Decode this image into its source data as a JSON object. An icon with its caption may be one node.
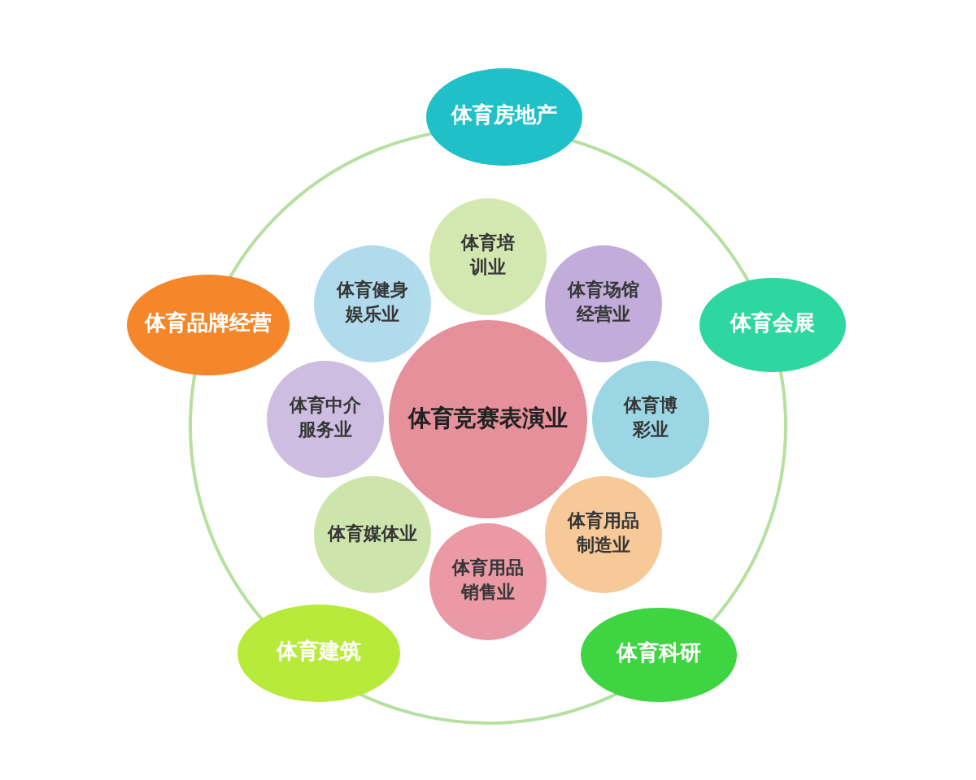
{
  "diagram": {
    "nodes": [
      {
        "text": [
          "体育房地产"
        ]
      },
      {
        "text": [
          "体育培训业"
        ]
      },
      {
        "text": [
          "体育健身娱乐业"
        ]
      },
      {
        "text": [
          "体育场馆经营业"
        ]
      },
      {
        "text": [
          "体育品牌经营"
        ]
      },
      {
        "text": [
          "体育会展"
        ]
      },
      {
        "text": [
          "体育中介服务业"
        ]
      },
      {
        "text": [
          "体育竞赛表演业"
        ]
      },
      {
        "text": [
          "体育博彩业"
        ]
      },
      {
        "text": [
          "体育媒体业"
        ]
      },
      {
        "text": [
          "体育用品制造业"
        ]
      },
      {
        "text": [
          "体育用品销售业"
        ]
      },
      {
        "text": [
          "体育建筑"
        ]
      },
      {
        "text": [
          "体育科研"
        ]
      }
    ],
    "edges": []
  }
}
